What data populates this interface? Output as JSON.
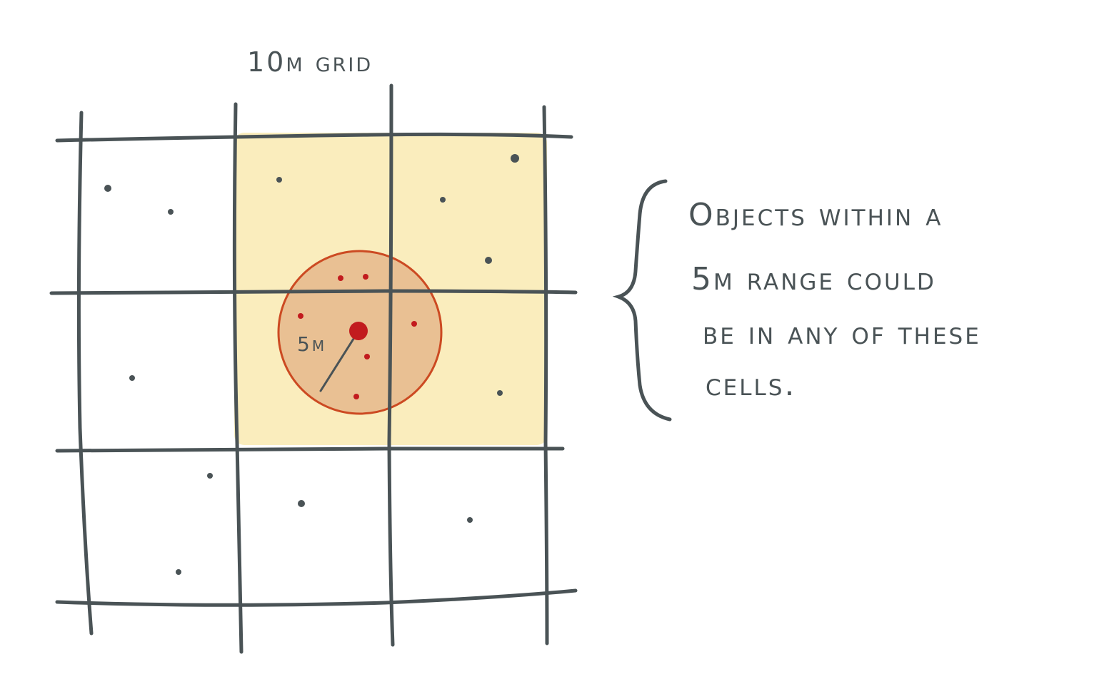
{
  "title": "10m grid",
  "radius_label": "5m",
  "note_lines": [
    "Objects within a",
    "5m range could",
    "be in any of these",
    "cells."
  ],
  "colors": {
    "ink": "#4a5356",
    "highlight_fill": "#faedbd",
    "range_fill": "#e9c093",
    "range_stroke": "#cc4a22",
    "in_range_dot": "#c21b1e",
    "background": "#ffffff"
  }
}
